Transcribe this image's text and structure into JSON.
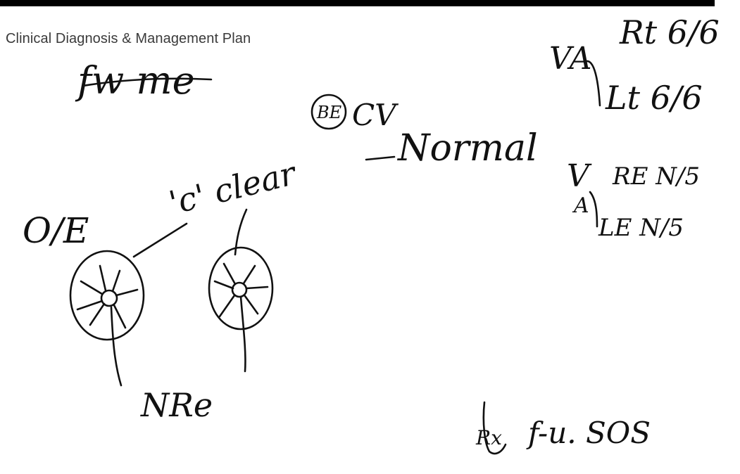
{
  "header": {
    "title": "Clinical Diagnosis & Management Plan"
  },
  "notes": {
    "complaint": "fw me",
    "both_eyes": "BE",
    "cv": "CV",
    "normal": "Normal",
    "ca_re_label": "VA",
    "ca_re_label_sub": "A",
    "va_distance_re": "Rt 6/6",
    "va_distance_le": "Lt 6/6",
    "va_near_label": "V",
    "va_near_label_sub": "A",
    "va_near_re": "RE N/5",
    "va_near_le": "LE N/5",
    "oe": "O/E",
    "cornea_clear": "'c' clear",
    "nrr": "NRe",
    "follow_up": "f-u. SOS",
    "rx": "Rx"
  },
  "colors": {
    "ink": "#111111",
    "header_text": "#3a3a3a",
    "rule": "#000000"
  }
}
